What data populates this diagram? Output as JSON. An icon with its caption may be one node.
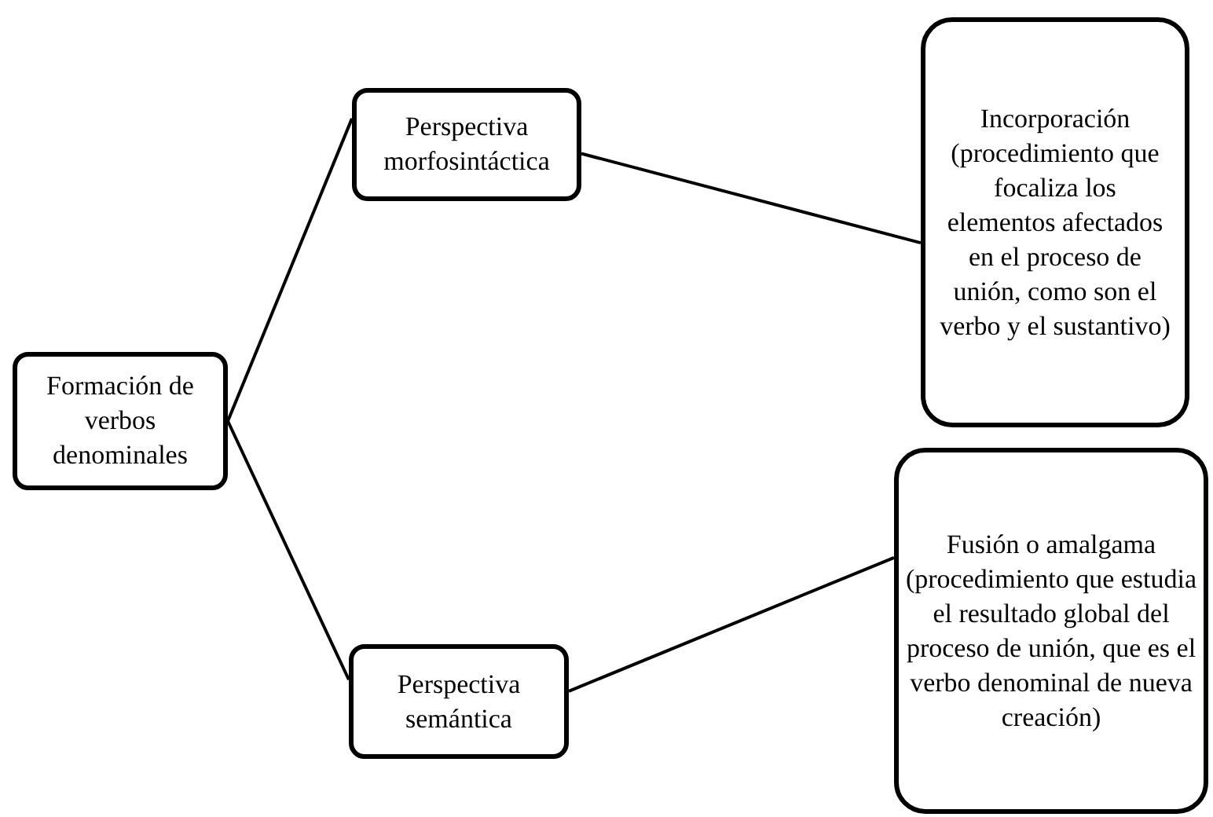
{
  "diagram": {
    "nodes": [
      {
        "text": [
          "Formación de verbos denominales"
        ]
      },
      {
        "text": [
          "Perspectiva morfosintáctica"
        ]
      },
      {
        "text": [
          "Incorporación (procedimiento que focaliza los elementos afectados en el proceso de unión, como son el verbo y el sustantivo)"
        ]
      },
      {
        "text": [
          "Perspectiva semántica"
        ]
      },
      {
        "text": [
          "Fusión o amalgama (procedimiento que estudia el resultado global del proceso de unión, que es el verbo denominal de nueva creación)"
        ]
      }
    ],
    "edges": [
      {
        "from": 0,
        "to": 1,
        "arrow": "none"
      },
      {
        "from": 0,
        "to": 3,
        "arrow": "none"
      },
      {
        "from": 1,
        "to": 2,
        "arrow": "none"
      },
      {
        "from": 3,
        "to": 4,
        "arrow": "none"
      }
    ]
  }
}
